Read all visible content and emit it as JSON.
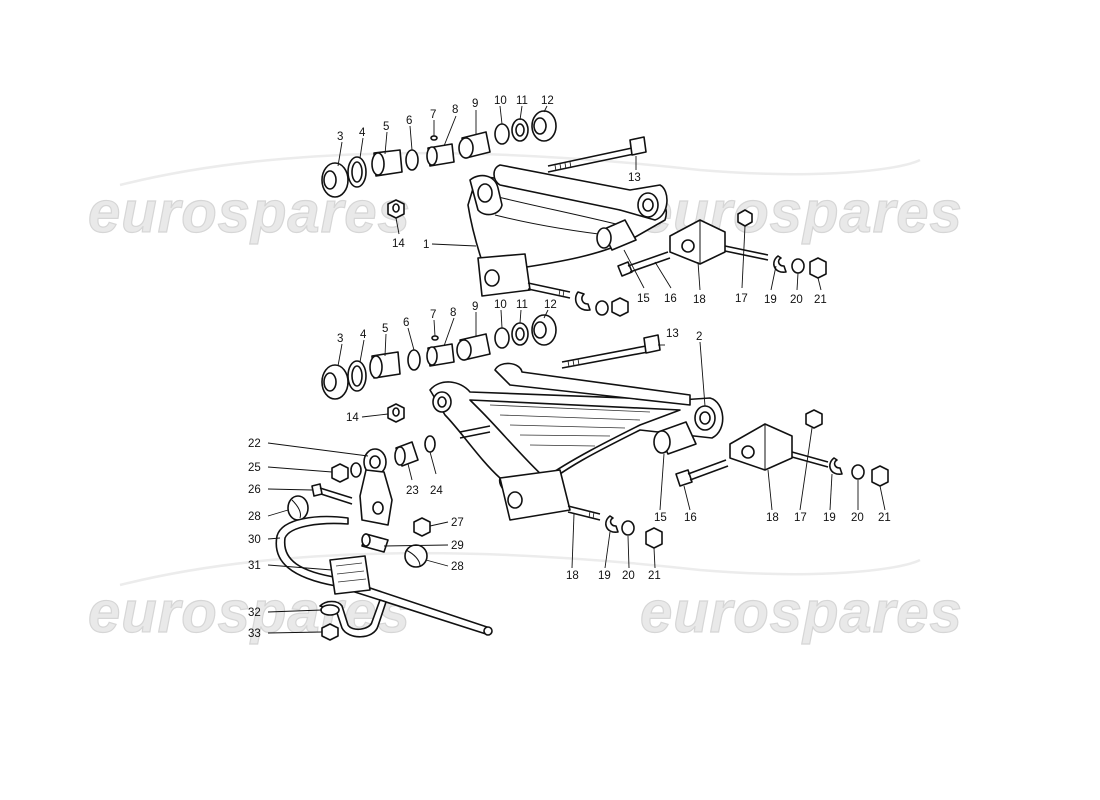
{
  "watermark": {
    "text": "eurospares"
  },
  "callouts": {
    "upper": [
      "3",
      "4",
      "5",
      "6",
      "7",
      "8",
      "9",
      "10",
      "11",
      "12",
      "13",
      "14",
      "1",
      "15",
      "16",
      "18",
      "17",
      "19",
      "20",
      "21"
    ],
    "lower": [
      "3",
      "4",
      "5",
      "6",
      "7",
      "8",
      "9",
      "10",
      "11",
      "12",
      "13",
      "2",
      "14",
      "22",
      "25",
      "26",
      "28",
      "30",
      "31",
      "32",
      "33",
      "23",
      "24",
      "27",
      "29",
      "28",
      "15",
      "16",
      "18",
      "17",
      "19",
      "20",
      "21",
      "18",
      "19",
      "20",
      "21"
    ]
  }
}
